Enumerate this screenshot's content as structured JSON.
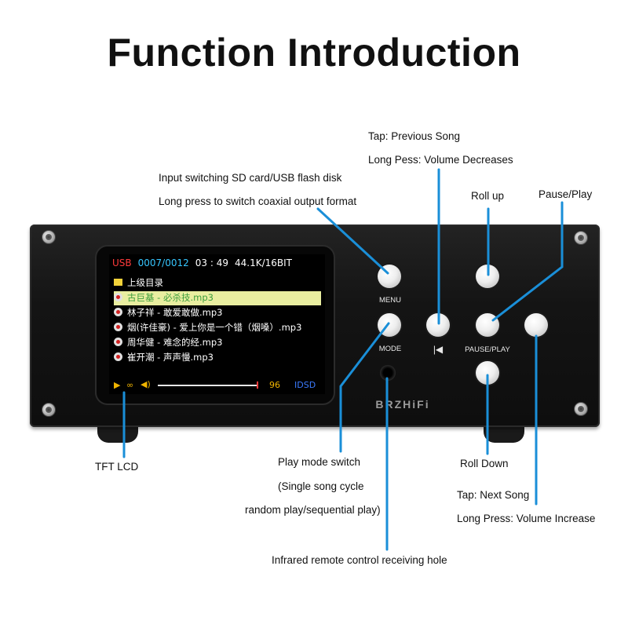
{
  "title": "Function Introduction",
  "annotations": {
    "input_line1": "Input switching SD card/USB flash disk",
    "input_line2": "Long press to switch coaxial output format",
    "prev_line1": "Tap: Previous Song",
    "prev_line2": "Long Pess: Volume Decreases",
    "roll_up": "Roll up",
    "pause_play": "Pause/Play",
    "tft_lcd": "TFT LCD",
    "mode_line1": "Play mode switch",
    "mode_line2": "(Single song cycle",
    "mode_line3": "random play/sequential play)",
    "roll_down": "Roll Down",
    "next_line1": "Tap: Next Song",
    "next_line2": "Long Press: Volume Increase",
    "ir": "Infrared remote control receiving hole"
  },
  "lcd": {
    "source": "USB",
    "track": "0007/0012",
    "time": "03 : 49",
    "format": "44.1K/16BIT",
    "items": [
      "上级目录",
      "古巨基 - 必杀技.mp3",
      "林子祥 - 敢爱敢做.mp3",
      "烟(许佳豪) - 爱上你是一个错（烟嗓）.mp3",
      "周华健 - 难念的经.mp3",
      "崔开潮 - 声声慢.mp3"
    ],
    "selected_index": 1,
    "volume": "96",
    "mode": "IDSD",
    "colors": {
      "source": "#ff3b3b",
      "track": "#36c6ff",
      "time": "#ffffff",
      "format": "#ffffff",
      "volume": "#f0b400",
      "mode": "#3b7bff",
      "selection": "#e9eea0"
    }
  },
  "device": {
    "menu_label": "MENU",
    "mode_label": "MODE",
    "pause_label": "PAUSE/PLAY",
    "prev_icon": "skip-previous-icon",
    "brand": "BRZHiFi"
  },
  "colors": {
    "leader": "#1a8fd8"
  }
}
